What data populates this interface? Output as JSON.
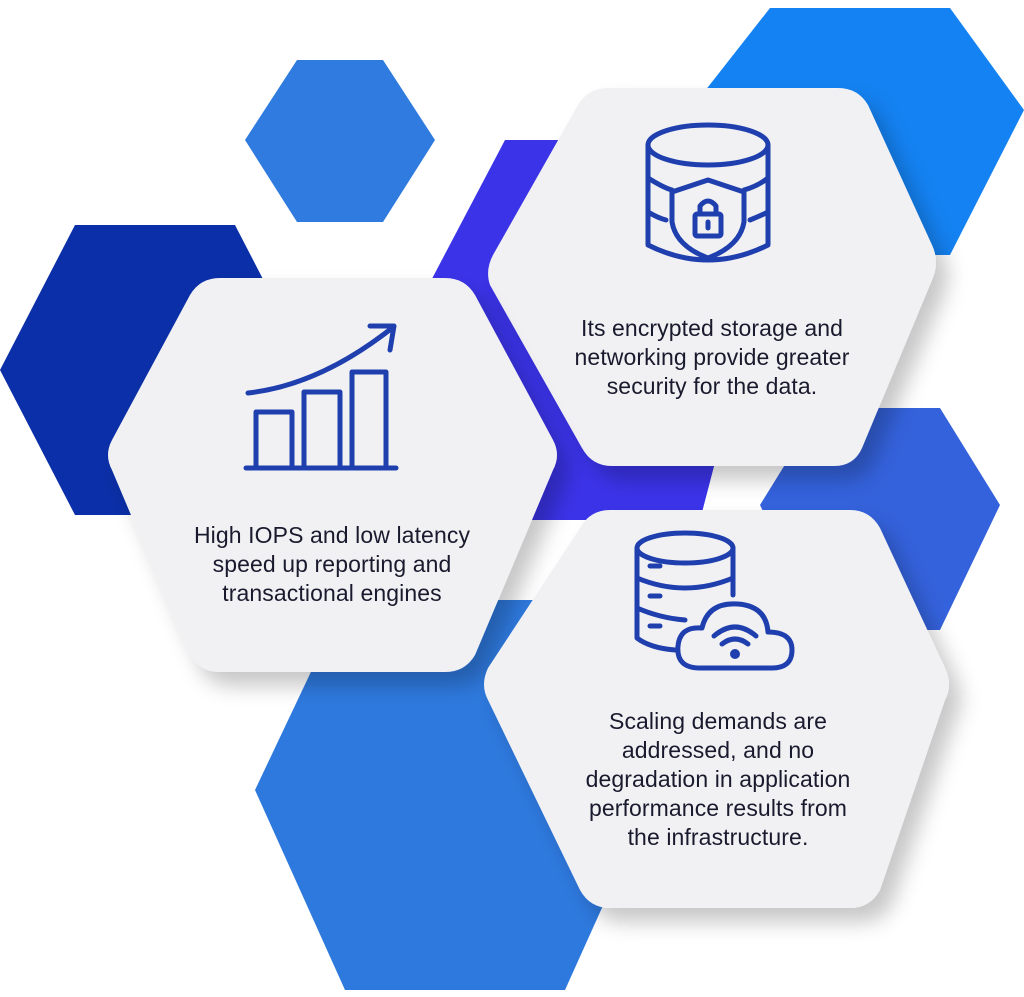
{
  "colors": {
    "navy": "#0b2fa8",
    "indigo": "#3b35e6",
    "royal": "#2f6fd6",
    "sky": "#1784f5",
    "periwinkle": "#3a64db",
    "card": "#f1f1f4",
    "icon": "#1f3fae"
  },
  "cards": [
    {
      "id": "performance",
      "icon": "bar-chart-growth-icon",
      "lines": [
        "High IOPS and low latency",
        "speed up reporting and",
        "transactional engines"
      ]
    },
    {
      "id": "security",
      "icon": "database-shield-lock-icon",
      "lines": [
        "Its encrypted storage and",
        "networking provide greater",
        "security for the data."
      ]
    },
    {
      "id": "scaling",
      "icon": "database-cloud-wifi-icon",
      "lines": [
        "Scaling demands are",
        "addressed, and no",
        "degradation in application",
        "performance results from",
        "the infrastructure."
      ]
    }
  ]
}
